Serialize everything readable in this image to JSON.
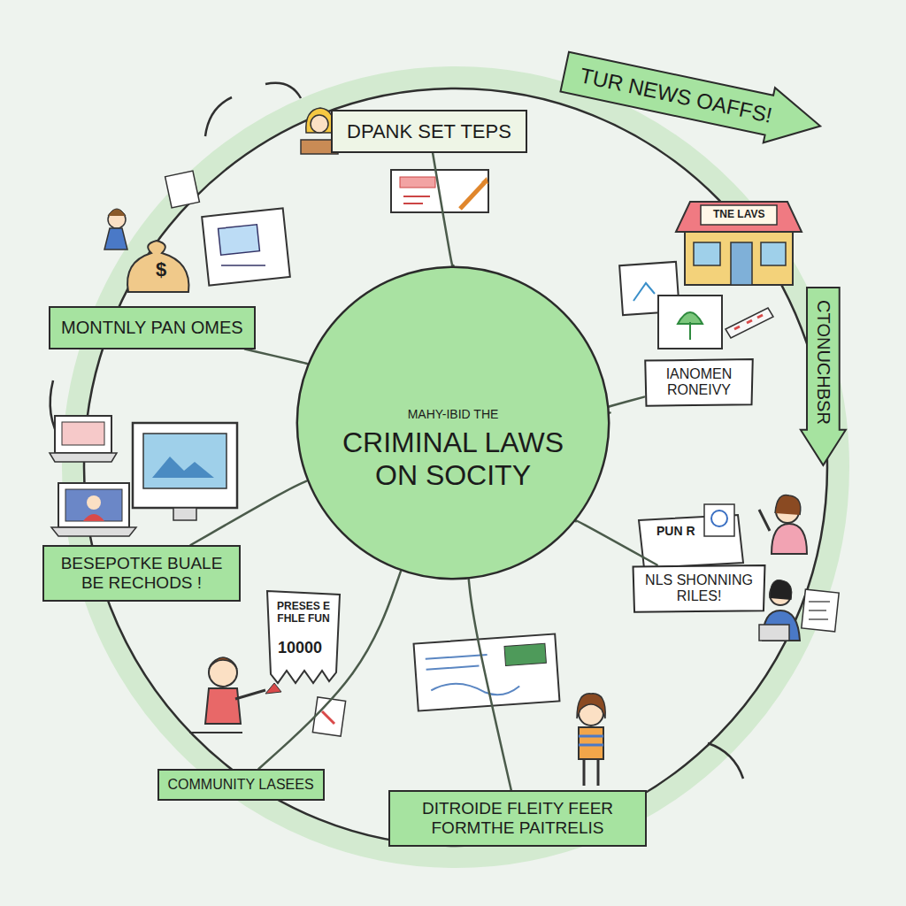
{
  "diagram": {
    "nodes": [
      {
        "text": [
          "MAHY-IBID THE",
          "CRIMINAL LAWS ON SOCITY"
        ]
      },
      {
        "text": [
          "DPANK SET TEPS"
        ]
      },
      {
        "text": [
          "TUR NEWS OAFFS!"
        ]
      },
      {
        "text": [
          "MONTNLY PAN OMES"
        ]
      },
      {
        "text": [
          "CTONUCHBSR"
        ]
      },
      {
        "text": [
          "IANOMEN RONEIVY"
        ]
      },
      {
        "text": [
          "BESEPOTKE BUALE BE RECHODS !"
        ]
      },
      {
        "text": [
          "NLS SHONNING RILES!"
        ]
      },
      {
        "text": [
          "COMMUNITY LASEES"
        ]
      },
      {
        "text": [
          "DITROIDE FLEITY FEER FORMTHE PAITRELIS"
        ]
      }
    ],
    "edges": [
      {
        "from": 0,
        "to": 1,
        "arrow": "none"
      },
      {
        "from": 0,
        "to": 3,
        "arrow": "none"
      },
      {
        "from": 0,
        "to": 5,
        "arrow": "none"
      },
      {
        "from": 0,
        "to": 6,
        "arrow": "none"
      },
      {
        "from": 0,
        "to": 7,
        "arrow": "none"
      },
      {
        "from": 0,
        "to": 8,
        "arrow": "none"
      },
      {
        "from": 0,
        "to": 9,
        "arrow": "none"
      }
    ],
    "labels": [
      "TNE LAVS",
      "$",
      "PUN R",
      "PRESES E FHLE FUN",
      "10000"
    ]
  }
}
